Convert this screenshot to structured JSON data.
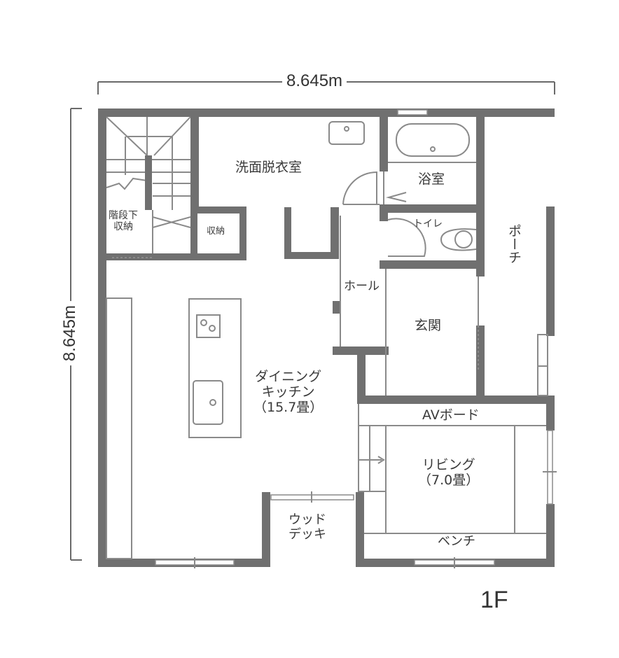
{
  "plan": {
    "floor_label": "1F",
    "width_dimension": "8.645m",
    "height_dimension": "8.645m",
    "wall_color": "#707070",
    "line_color": "#8a8a8a"
  },
  "rooms": {
    "washroom": "洗面脱衣室",
    "bathroom": "浴室",
    "toilet": "トイレ",
    "porch": "ポーチ",
    "hall": "ホール",
    "entrance": "玄関",
    "under_stairs_storage_1": "階段下",
    "under_stairs_storage_2": "収納",
    "storage": "収納",
    "dining_kitchen_1": "ダイニング",
    "dining_kitchen_2": "キッチン",
    "dining_kitchen_size": "（15.7畳）",
    "av_board": "AVボード",
    "living": "リビング",
    "living_size": "（7.0畳）",
    "bench": "ベンチ",
    "wood_deck_1": "ウッド",
    "wood_deck_2": "デッキ"
  }
}
